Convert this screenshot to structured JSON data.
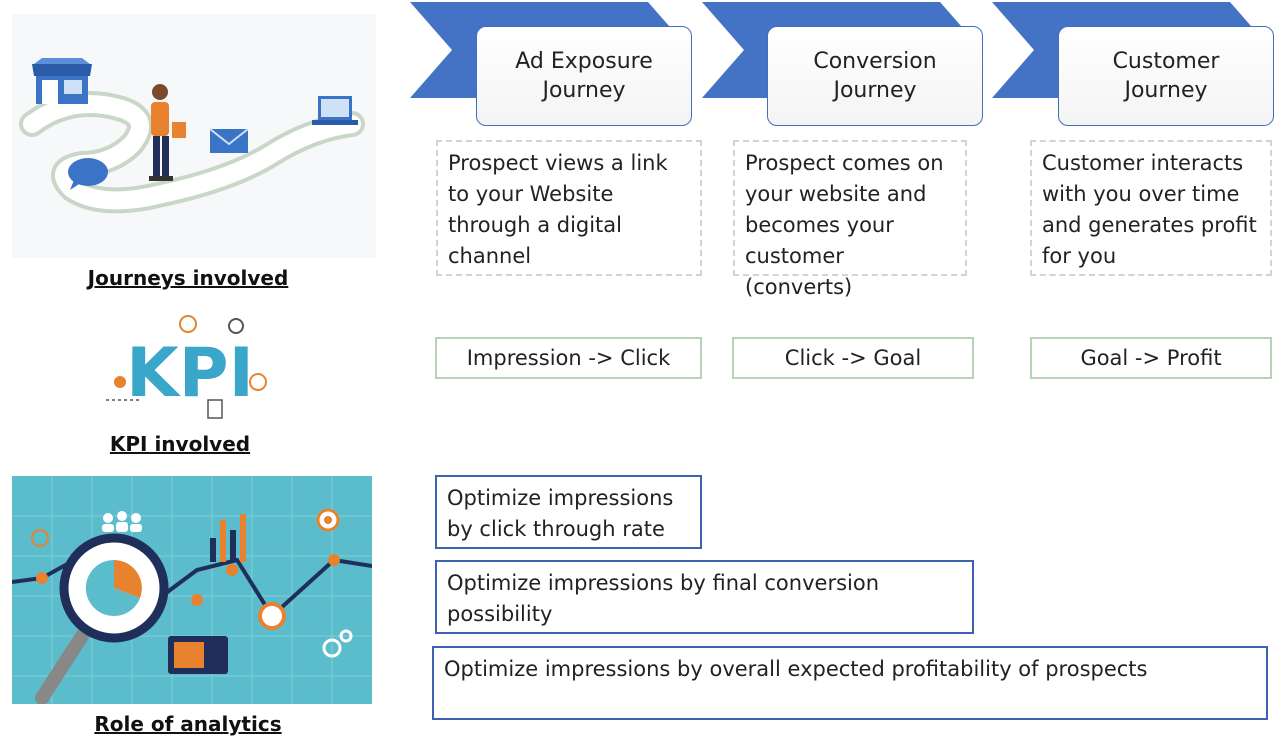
{
  "rows": {
    "journeys_label": "Journeys involved",
    "kpi_label": "KPI involved",
    "analytics_label": "Role of analytics"
  },
  "stages": [
    {
      "title": "Ad Exposure\nJourney",
      "description": "Prospect views a link to your Website through a digital channel",
      "kpi": "Impression -> Click"
    },
    {
      "title": "Conversion\nJourney",
      "description": "Prospect comes on your website and becomes your customer (converts)",
      "kpi": "Click -> Goal"
    },
    {
      "title": "Customer\nJourney",
      "description": "Customer interacts with you over time and generates profit for you",
      "kpi": "Goal -> Profit"
    }
  ],
  "analytics": [
    "Optimize impressions by click through rate",
    "Optimize impressions by final conversion possibility",
    "Optimize impressions by overall expected profitability of prospects"
  ],
  "illustrations": {
    "kpi_logo_text": "KPI"
  },
  "colors": {
    "chevron": "#4472c4",
    "stage_border": "#3f6fbf",
    "kpi_border": "#b8d2b8",
    "role_border": "#3d62b3",
    "analytics_bg": "#5bbccb",
    "accent_orange": "#e8822e"
  }
}
